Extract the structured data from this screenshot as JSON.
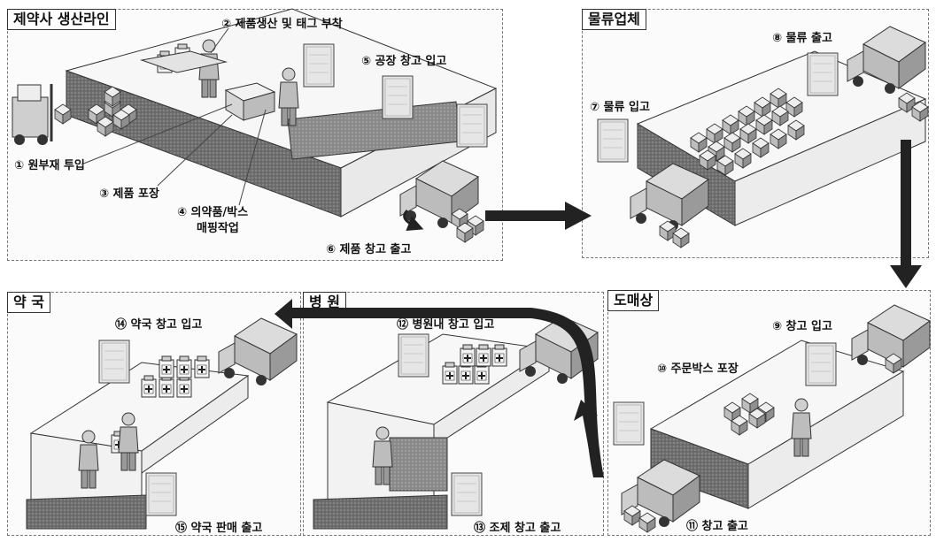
{
  "panels": {
    "factory": "제약사 생산라인",
    "logistics": "물류업체",
    "wholesaler": "도매상",
    "hospital": "병 원",
    "pharmacy": "약 국"
  },
  "steps": {
    "s1": "① 원부재 투입",
    "s2": "② 제품생산 및 태그 부착",
    "s3": "③ 제품 포장",
    "s4a": "④ 의약품/박스",
    "s4b": "매핑작업",
    "s5": "⑤ 공장 창고 입고",
    "s6": "⑥ 제품 창고 출고",
    "s7": "⑦ 물류 입고",
    "s8": "⑧ 물류 출고",
    "s9": "⑨ 창고 입고",
    "s10": "⑩ 주문박스 포장",
    "s11": "⑪ 창고 출고",
    "s12": "⑫ 병원내 창고 입고",
    "s13": "⑬ 조제 창고 출고",
    "s14": "⑭ 약국 창고 입고",
    "s15": "⑮ 약국 판매 출고"
  },
  "colors": {
    "wall": "#7a7a7a",
    "floor": "#f4f4f4",
    "box": "#c9c9c9",
    "arrow": "#222222",
    "reader": "#e0e0e0"
  },
  "icons": [
    "forklift-icon",
    "box-stack-icon",
    "worker-icon",
    "truck-icon",
    "rfid-reader-icon",
    "medicine-bottle-icon",
    "flow-arrow-icon"
  ]
}
